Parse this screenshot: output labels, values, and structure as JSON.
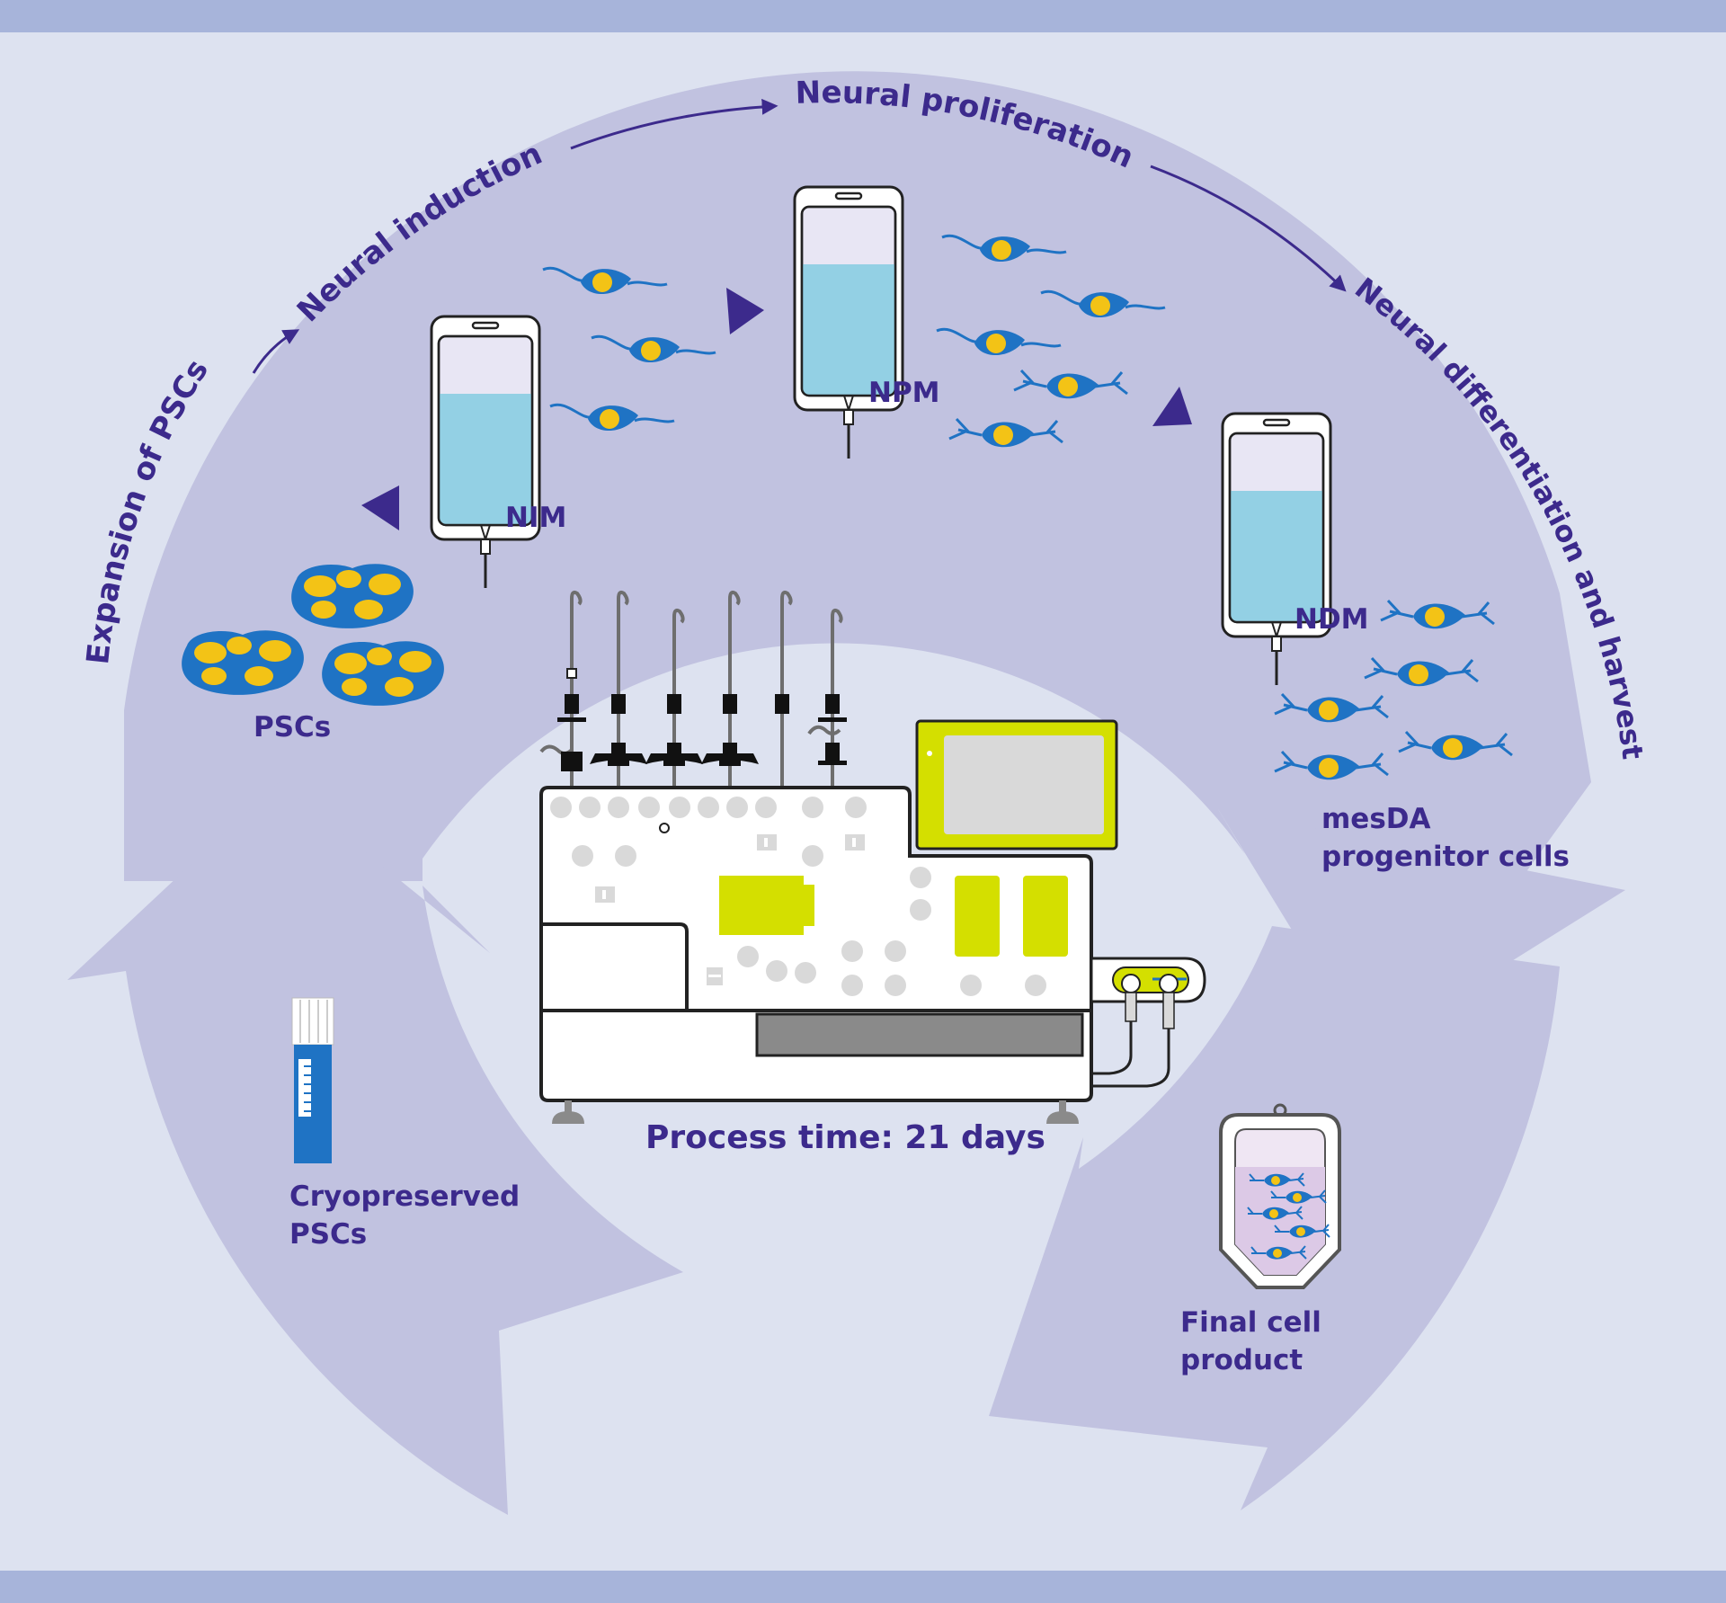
{
  "stages": {
    "expansion": "Expansion of PSCs",
    "induction": "Neural induction",
    "proliferation": "Neural proliferation",
    "differentiation": "Neural differentiation and harvest"
  },
  "media": {
    "nim": "NIM",
    "npm": "NPM",
    "ndm": "NDM"
  },
  "cells": {
    "pscs": "PSCs",
    "mesda_line1": "mesDA",
    "mesda_line2": "progenitor cells",
    "cryo_line1": "Cryopreserved",
    "cryo_line2": "PSCs",
    "final_line1": "Final cell",
    "final_line2": "product"
  },
  "process_time": "Process time: 21 days",
  "colors": {
    "background": "#dde2f0",
    "band": "#a7b4da",
    "arrow_fill": "#c1c2e0",
    "text": "#3c2a8c",
    "cell_blue": "#1f73c4",
    "nucleus_yellow": "#f3c316",
    "accent_lime": "#d4df00",
    "medium_blue": "#93d0e4"
  }
}
